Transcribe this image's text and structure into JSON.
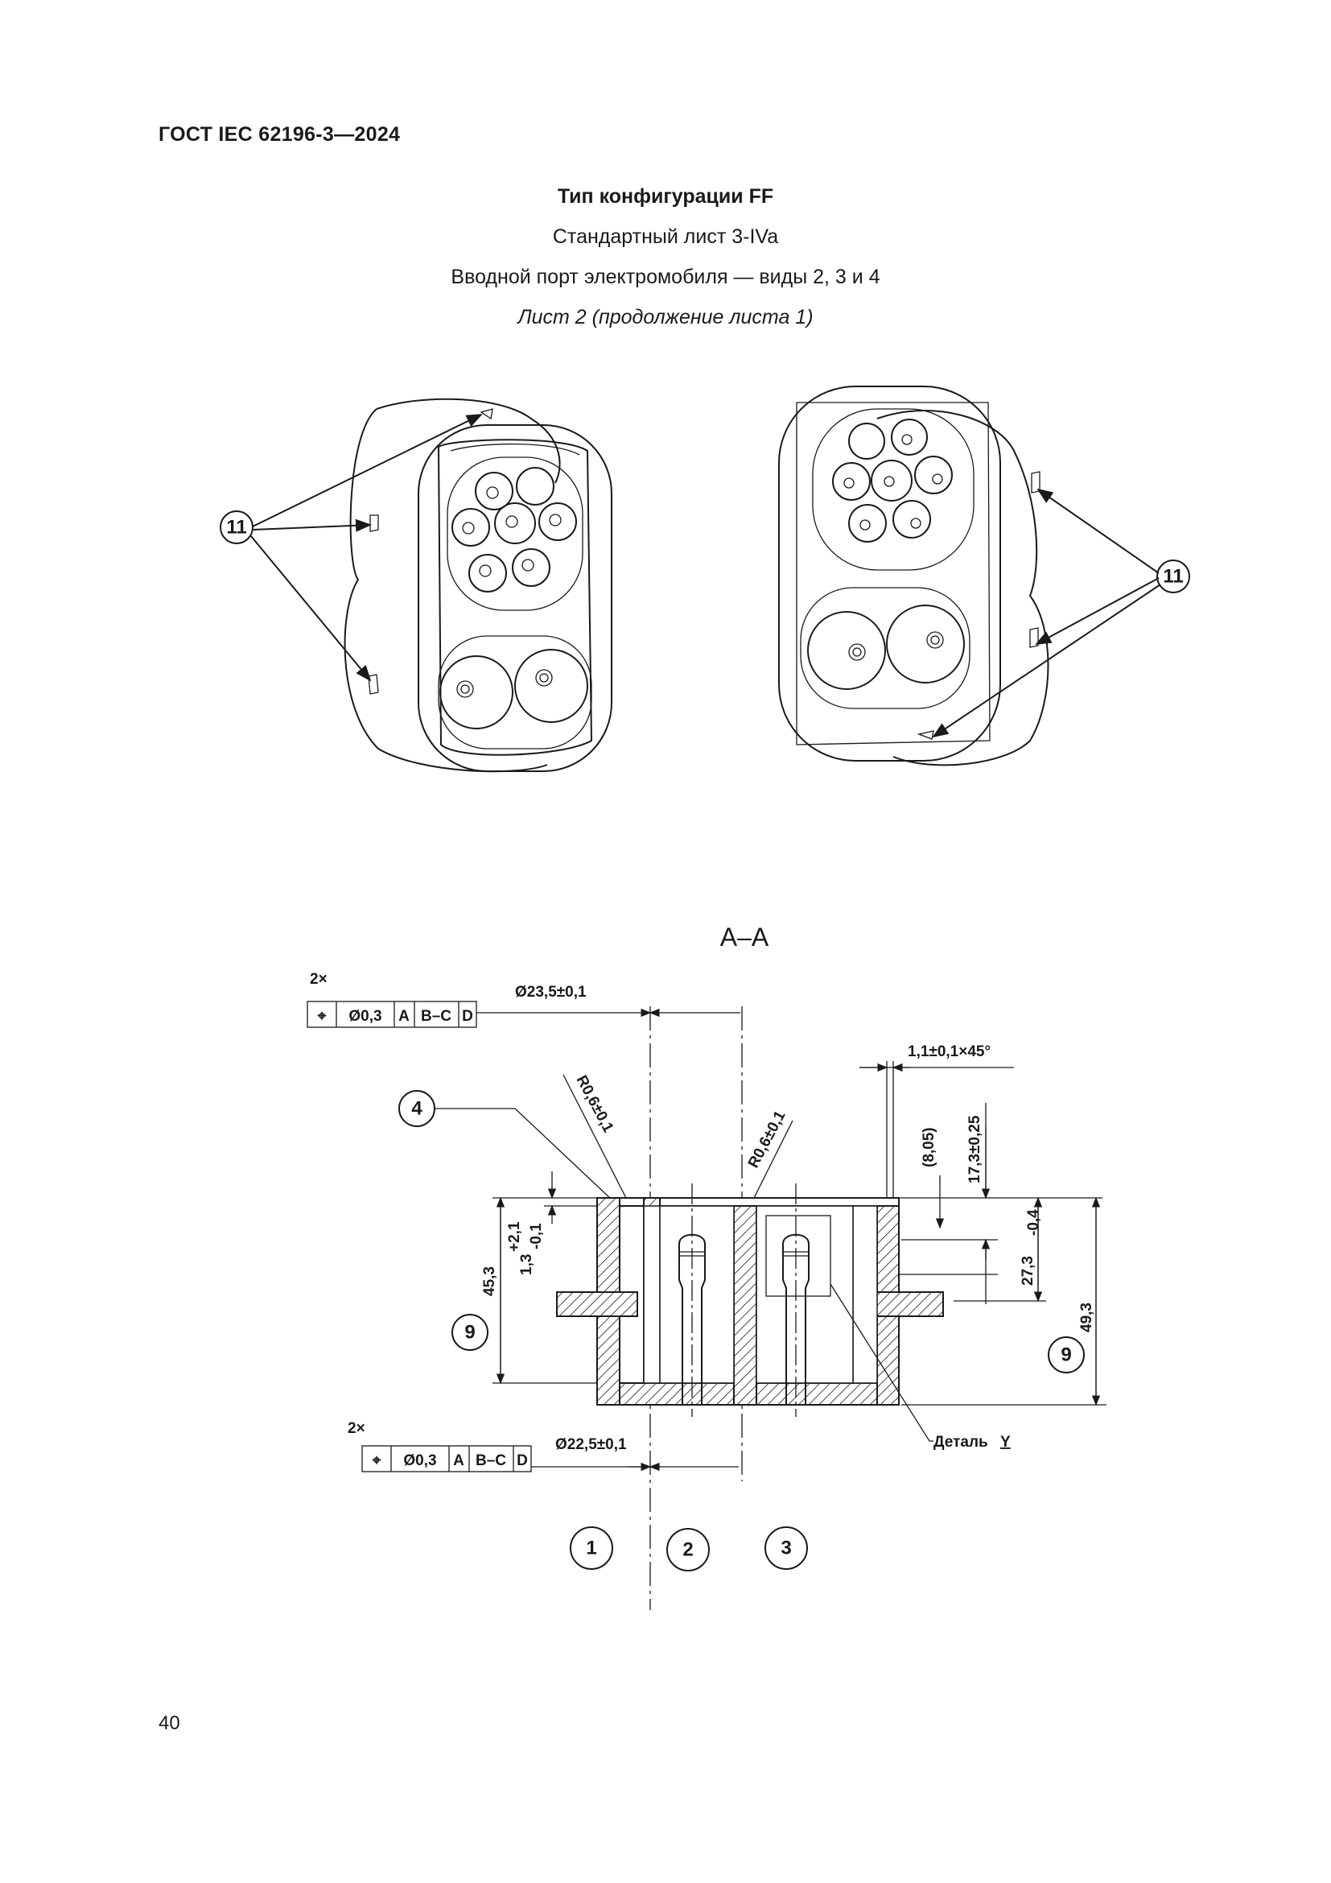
{
  "header": {
    "standard": "ГОСТ IEC 62196-3—2024"
  },
  "titles": {
    "config": "Тип конфигурации FF",
    "sheet": "Стандартный лист 3-IVa",
    "subject": "Вводной порт электромобиля — виды 2, 3 и 4",
    "continuation": "Лист 2 (продолжение листа 1)"
  },
  "views": {
    "left_callout": "11",
    "right_callout": "11"
  },
  "section": {
    "title": "A–A",
    "top_multiplier": "2×",
    "bottom_multiplier": "2×",
    "tol_top": {
      "symbol": "⌖",
      "value": "Ø0,3",
      "datum1": "A",
      "datum2": "B–C",
      "datum3": "D"
    },
    "tol_bottom": {
      "symbol": "⌖",
      "value": "Ø0,3",
      "datum1": "A",
      "datum2": "B–C",
      "datum3": "D"
    },
    "dims": {
      "dia_top": "Ø23,5±0,1",
      "chamfer": "1,1±0,1×45°",
      "radius_left": "R0,6±0,1",
      "radius_right": "R0,6±0,1",
      "ref_805": "(8,05)",
      "d_173": "17,3±0,25",
      "d_13": "1,3",
      "d_13_tol_up": "+2,1",
      "d_13_tol_low": "-0,1",
      "d_453": "45,3",
      "d_273": "27,3",
      "d_273_tol": "-0,4",
      "d_493": "49,3",
      "dia_bottom": "Ø22,5±0,1",
      "detail": "Деталь",
      "detail_letter": "Y"
    },
    "callouts": {
      "c4": "4",
      "c9_left": "9",
      "c9_right": "9",
      "c1": "1",
      "c2": "2",
      "c3": "3"
    }
  },
  "page_number": "40"
}
